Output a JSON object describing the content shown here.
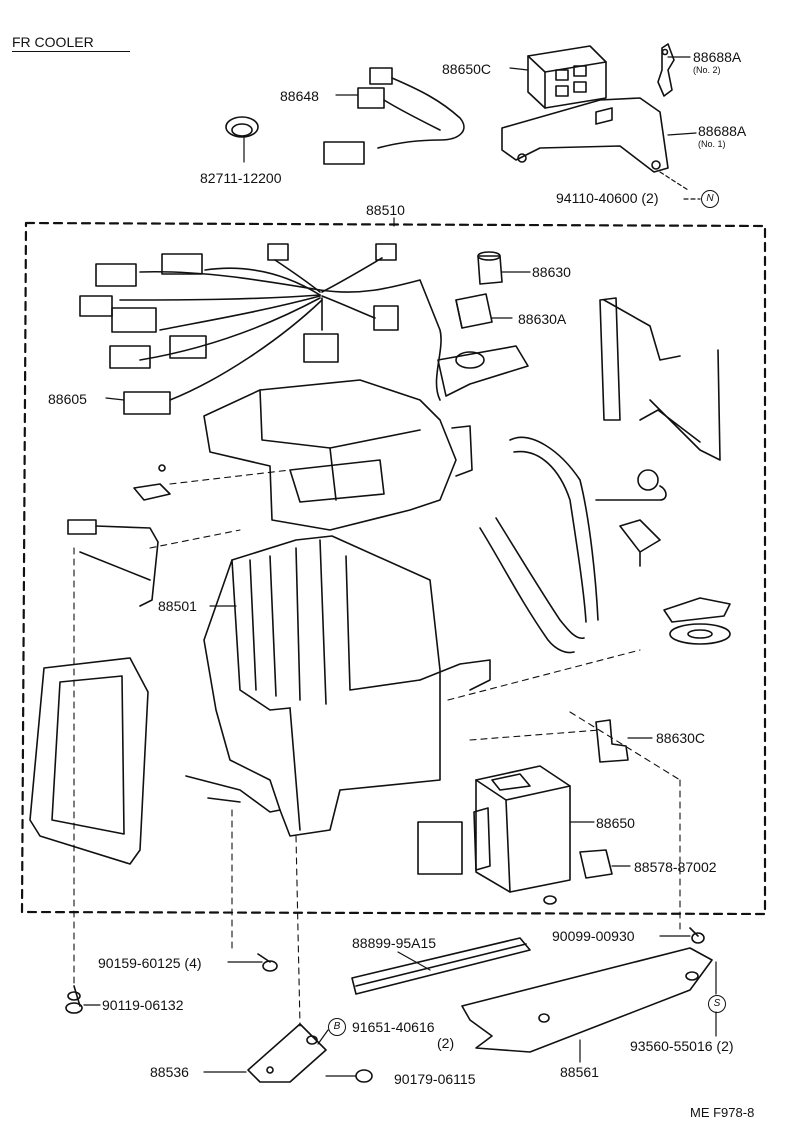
{
  "title": "FR COOLER",
  "footer": "ME F978-8",
  "parts": {
    "p88650C": "88650C",
    "p88688A_2": "88688A",
    "p88688A_2_note": "(No. 2)",
    "p88648": "88648",
    "p88688A_1": "88688A",
    "p88688A_1_note": "(No. 1)",
    "p82711": "82711-12200",
    "p94110": "94110-40600 (2)",
    "p88510": "88510",
    "p88630": "88630",
    "p88630A": "88630A",
    "p88605": "88605",
    "p88501": "88501",
    "p88630C": "88630C",
    "p88650": "88650",
    "p88578": "88578-87002",
    "p90099": "90099-00930",
    "p88899": "88899-95A15",
    "p90159": "90159-60125 (4)",
    "p90119": "90119-06132",
    "p91651": "91651-40616",
    "p91651_qty": "(2)",
    "p93560": "93560-55016 (2)",
    "p88536": "88536",
    "p90179": "90179-06115",
    "p88561": "88561"
  },
  "markers": {
    "n": "N",
    "b": "B",
    "s": "S"
  }
}
